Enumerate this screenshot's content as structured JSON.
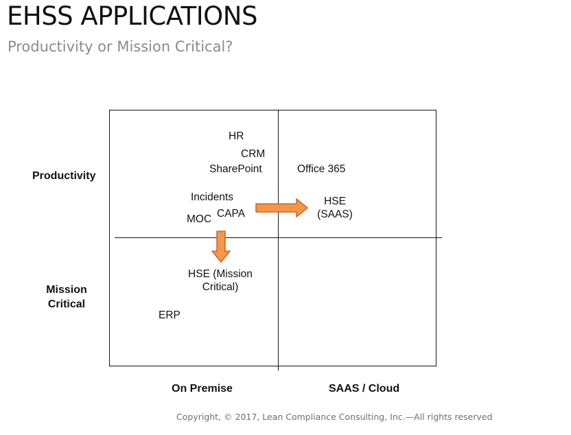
{
  "slide": {
    "title": "EHSS APPLICATIONS",
    "subtitle": "Productivity or Mission Critical?",
    "copyright": "Copyright, © 2017, Lean Compliance Consulting, Inc.—All rights reserved"
  },
  "diagram": {
    "y_axis": {
      "top_label": "Productivity",
      "bottom_label_line1": "Mission",
      "bottom_label_line2": "Critical"
    },
    "x_axis": {
      "left_label": "On Premise",
      "right_label": "SAAS / Cloud"
    },
    "items": {
      "hr": "HR",
      "crm": "CRM",
      "sharepoint": "SharePoint",
      "office365": "Office 365",
      "incidents": "Incidents",
      "capa": "CAPA",
      "moc": "MOC",
      "hse_saas_line1": "HSE",
      "hse_saas_line2": "(SAAS)",
      "hse_mc_line1": "HSE (Mission",
      "hse_mc_line2": "Critical)",
      "erp": "ERP"
    },
    "arrows": {
      "fill_color": "#f79646",
      "stroke_color": "#b85a1b",
      "right_arrow": "toward HSE (SAAS)",
      "down_arrow": "toward HSE (Mission Critical)"
    }
  }
}
